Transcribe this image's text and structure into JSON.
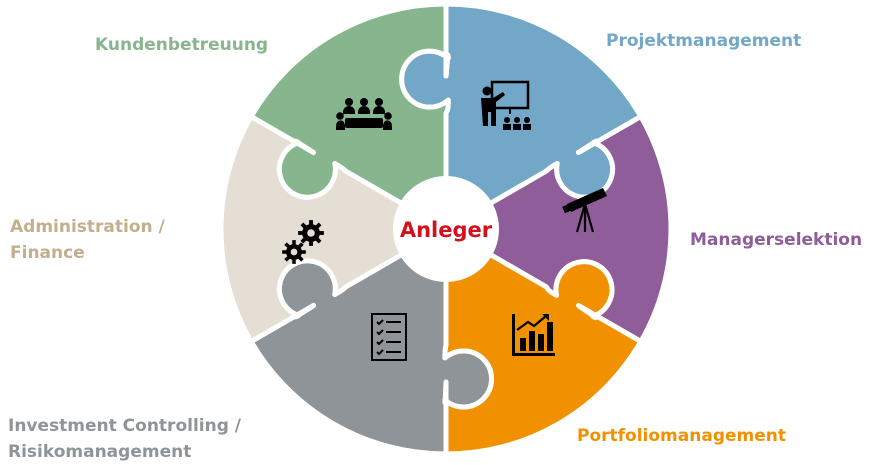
{
  "center": {
    "label": "Anleger",
    "color": "#d4101f"
  },
  "segments": [
    {
      "id": "projektmanagement",
      "lines": [
        "Projektmanagement"
      ],
      "color": "#72a7c7",
      "icon": "presentation-icon"
    },
    {
      "id": "managerselektion",
      "lines": [
        "Managerselektion"
      ],
      "color": "#8e5d9a",
      "icon": "telescope-icon"
    },
    {
      "id": "portfoliomanagement",
      "lines": [
        "Portfoliomanagement"
      ],
      "color": "#f29100",
      "icon": "bar-chart-icon"
    },
    {
      "id": "investment-controlling",
      "lines": [
        "Investment Controlling /",
        "Risikomanagement"
      ],
      "color": "#8f9498",
      "icon": "checklist-icon"
    },
    {
      "id": "administration",
      "lines": [
        "Administration /",
        "Finance"
      ],
      "color": "#e4ded4",
      "icon": "gears-icon"
    },
    {
      "id": "kundenbetreuung",
      "lines": [
        "Kundenbetreuung"
      ],
      "color": "#87b68e",
      "icon": "team-icon"
    }
  ],
  "label_colors": {
    "projektmanagement": "#72a7c7",
    "managerselektion": "#8e5d9a",
    "portfoliomanagement": "#f29100",
    "investment-controlling": "#8f9498",
    "administration": "#c2b08d",
    "kundenbetreuung": "#87b68e"
  }
}
